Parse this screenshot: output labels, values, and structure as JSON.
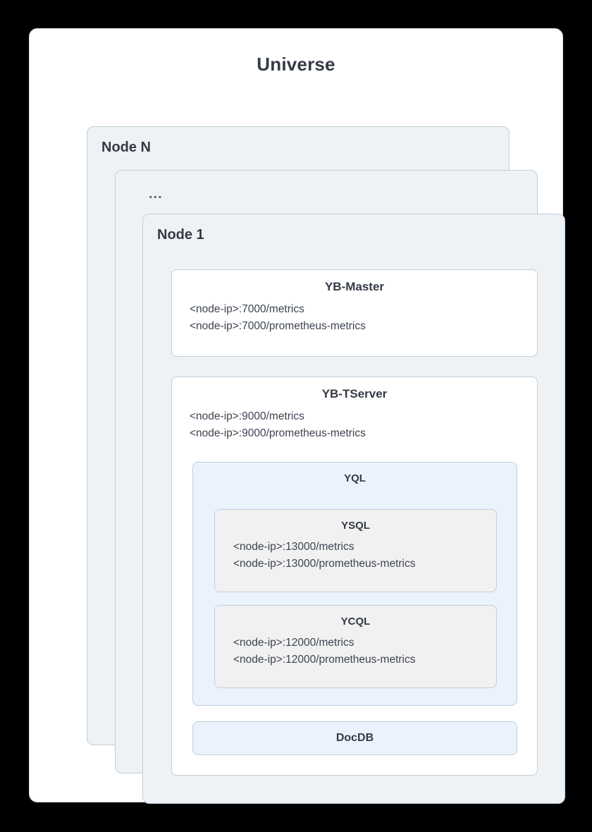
{
  "universe": {
    "title": "Universe"
  },
  "nodes": [
    {
      "label": "Node N"
    },
    {
      "label": "..."
    },
    {
      "label": "Node 1"
    }
  ],
  "components": {
    "master": {
      "title": "YB-Master",
      "endpoints": [
        "<node-ip>:7000/metrics",
        "<node-ip>:7000/prometheus-metrics"
      ]
    },
    "tserver": {
      "title": "YB-TServer",
      "endpoints": [
        "<node-ip>:9000/metrics",
        "<node-ip>:9000/prometheus-metrics"
      ]
    },
    "yql": {
      "title": "YQL"
    },
    "ysql": {
      "title": "YSQL",
      "endpoints": [
        "<node-ip>:13000/metrics",
        "<node-ip>:13000/prometheus-metrics"
      ]
    },
    "ycql": {
      "title": "YCQL",
      "endpoints": [
        "<node-ip>:12000/metrics",
        "<node-ip>:12000/prometheus-metrics"
      ]
    },
    "docdb": {
      "title": "DocDB"
    }
  },
  "colors": {
    "page_background": "#000000",
    "panel_background": "#ffffff",
    "node_card_background": "#eef2f5",
    "border": "#c3cfd9",
    "blue_box_background": "#eaf2fd",
    "gray_box_background": "#f1f1f1",
    "text": "#343a45"
  }
}
